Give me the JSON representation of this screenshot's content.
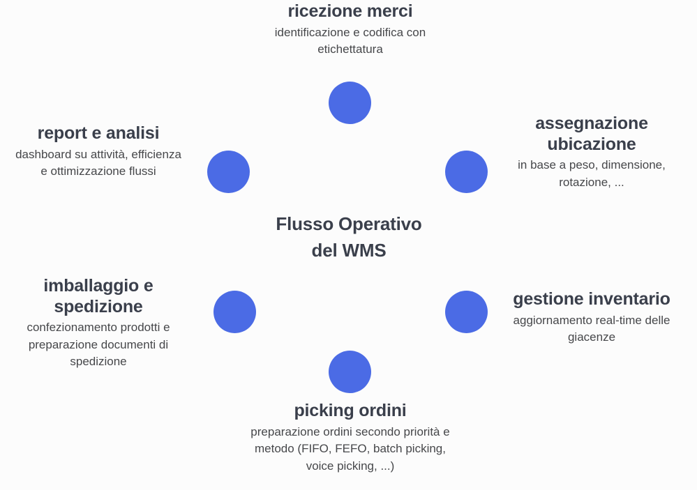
{
  "diagram": {
    "center_title_line1": "Flusso Operativo",
    "center_title_line2": "del WMS",
    "accent_color": "#4b6be5",
    "title_color": "#3a3f4b",
    "desc_color": "#46474a",
    "background_color": "#fcfcfc",
    "nodes": [
      {
        "id": "ricezione-merci",
        "title": "ricezione merci",
        "desc_line1": "identificazione e codifica con",
        "desc_line2": "etichettatura",
        "desc_line3": ""
      },
      {
        "id": "assegnazione-ubicazione",
        "title": "assegnazione ubicazione",
        "desc_line1": "in base a peso, dimensione,",
        "desc_line2": "rotazione, ...",
        "desc_line3": ""
      },
      {
        "id": "gestione-inventario",
        "title": "gestione inventario",
        "desc_line1": "aggiornamento real-time delle",
        "desc_line2": "giacenze",
        "desc_line3": ""
      },
      {
        "id": "picking-ordini",
        "title": "picking ordini",
        "desc_line1": "preparazione ordini secondo priorità e",
        "desc_line2": "metodo (FIFO, FEFO, batch picking,",
        "desc_line3": "voice picking, ...)"
      },
      {
        "id": "imballaggio-spedizione",
        "title": "imballaggio e spedizione",
        "desc_line1": "confezionamento prodotti e",
        "desc_line2": "preparazione documenti di",
        "desc_line3": "spedizione"
      },
      {
        "id": "report-analisi",
        "title": "report e analisi",
        "desc_line1": "dashboard su attività, efficienza",
        "desc_line2": "e ottimizzazione flussi",
        "desc_line3": ""
      }
    ]
  }
}
